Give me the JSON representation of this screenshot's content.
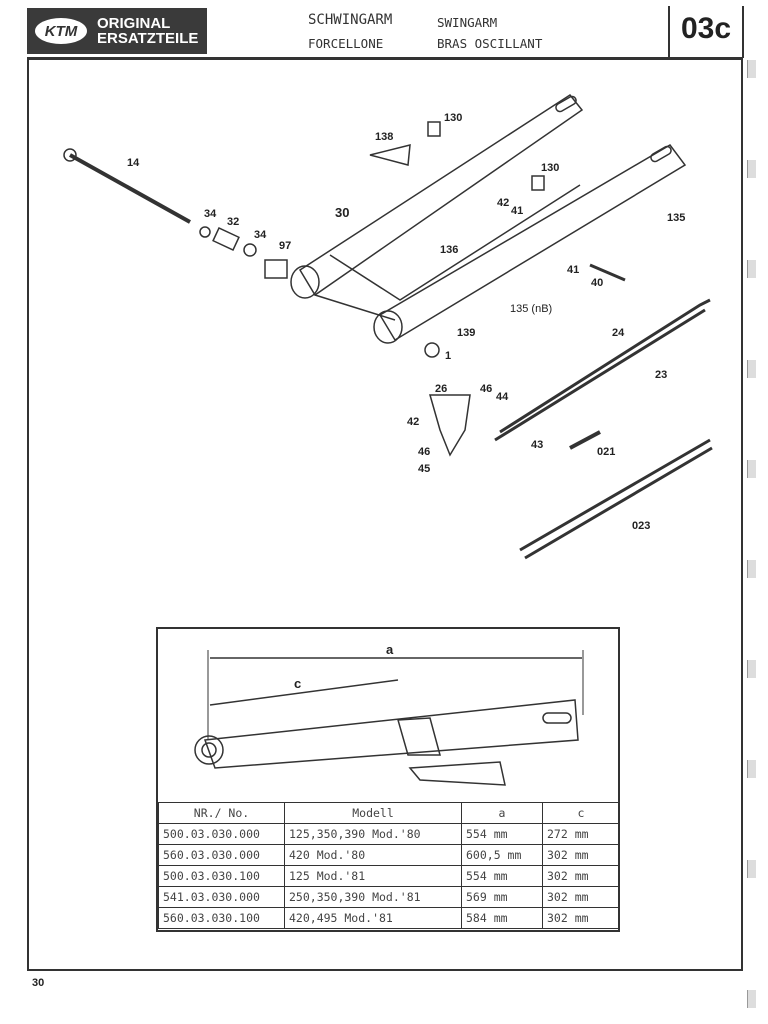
{
  "header": {
    "logo_brand": "KTM",
    "logo_line1": "ORIGINAL",
    "logo_line2": "ERSATZTEILE",
    "title_de": "SCHWINGARM",
    "title_en": "SWINGARM",
    "title_it": "FORCELLONE",
    "title_fr": "BRAS OSCILLANT",
    "section_code": "03c"
  },
  "callouts": [
    "14",
    "34",
    "32",
    "34",
    "97",
    "30",
    "138",
    "130",
    "130",
    "42",
    "41",
    "135",
    "136",
    "41",
    "40",
    "135 (nB)",
    "139",
    "1",
    "24",
    "23",
    "26",
    "46",
    "44",
    "42",
    "46",
    "45",
    "43",
    "021",
    "023"
  ],
  "dimension_diagram": {
    "label_a": "a",
    "label_c": "c"
  },
  "table": {
    "headers": [
      "NR./ No.",
      "Modell",
      "a",
      "c"
    ],
    "rows": [
      [
        "500.03.030.000",
        "125,350,390 Mod.'80",
        "554 mm",
        "272 mm"
      ],
      [
        "560.03.030.000",
        "420 Mod.'80",
        "600,5 mm",
        "302 mm"
      ],
      [
        "500.03.030.100",
        "125 Mod.'81",
        "554 mm",
        "302 mm"
      ],
      [
        "541.03.030.000",
        "250,350,390 Mod.'81",
        "569 mm",
        "302 mm"
      ],
      [
        "560.03.030.100",
        "420,495 Mod.'81",
        "584 mm",
        "302 mm"
      ]
    ]
  },
  "footer": {
    "page_number": "30"
  }
}
